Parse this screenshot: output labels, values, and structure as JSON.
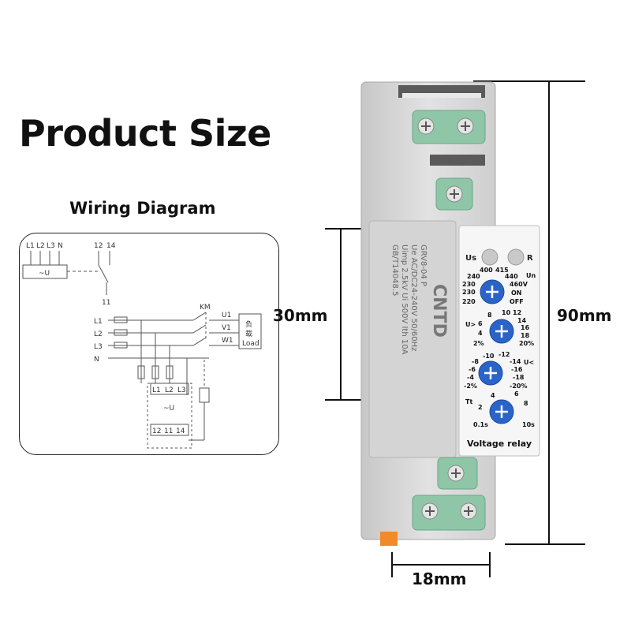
{
  "title": "Product Size",
  "wiring": {
    "title": "Wiring Diagram",
    "inputs": [
      "L1",
      "L2",
      "L3",
      "N"
    ],
    "contacts": [
      "12",
      "14",
      "11"
    ],
    "relay_symbol": "~U",
    "km": "KM",
    "phases": [
      "L1",
      "L2",
      "L3",
      "N"
    ],
    "outputs": [
      "U1",
      "V1",
      "W1"
    ],
    "load_cn": [
      "负",
      "载"
    ],
    "load_en": "Load",
    "inner_terminals": [
      "L1",
      "L2",
      "L3"
    ],
    "bottom_terminals": [
      "12",
      "11",
      "14"
    ]
  },
  "dimensions": {
    "height": "90mm",
    "face": "30mm",
    "width": "18mm"
  },
  "device": {
    "brand": "CNTD",
    "model_text": [
      "GRV8-04 P",
      "Ue AC/DC24-240V 50/60Hz",
      "Uimp 2.5kV Ui 500V Ith 10A",
      "GB/T14048.5"
    ],
    "label_us": "Us",
    "label_r": "R",
    "knob1": {
      "ticks": [
        "240",
        "400",
        "415",
        "440",
        "230",
        "460V",
        "230",
        "ON",
        "220",
        "OFF"
      ],
      "label": "Un"
    },
    "knob2": {
      "ticks": [
        "8",
        "10",
        "12",
        "6",
        "14",
        "4",
        "16",
        "18",
        "2%",
        "20%"
      ],
      "label": "U>"
    },
    "knob3": {
      "ticks": [
        "-10",
        "-12",
        "-8",
        "-14",
        "-6",
        "-16",
        "-4",
        "-18",
        "-2%",
        "-20%"
      ],
      "label": "U<"
    },
    "knob4": {
      "ticks": [
        "4",
        "6",
        "2",
        "8",
        "0.1s",
        "10s"
      ],
      "label": "Tt"
    },
    "footer": "Voltage relay"
  },
  "colors": {
    "body": "#dcdcdc",
    "terminal": "#8fc6a8",
    "knob": "#2b64c9",
    "din_clip": "#f08a2a"
  }
}
